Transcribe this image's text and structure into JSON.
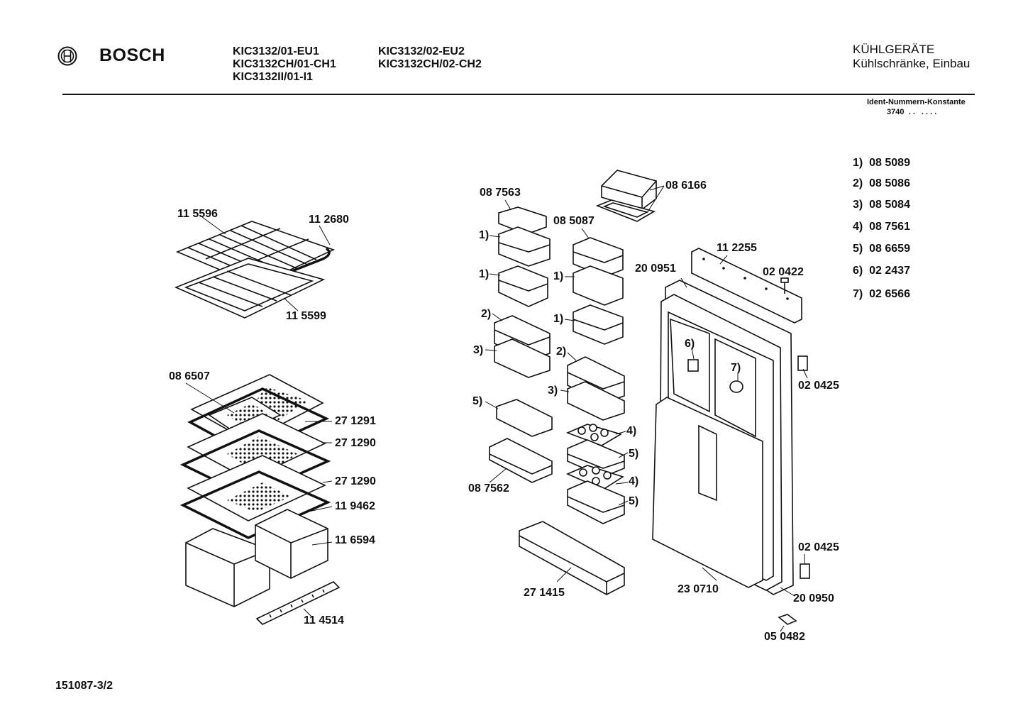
{
  "header": {
    "brand": "BOSCH",
    "models_col1": [
      "KIC3132/01-EU1",
      "KIC3132CH/01-CH1",
      "KIC3132II/01-I1"
    ],
    "models_col2": [
      "KIC3132/02-EU2",
      "KIC3132CH/02-CH2"
    ],
    "category": "KÜHLGERÄTE",
    "subcategory": "Kühlschränke, Einbau",
    "ident_label": "Ident-Nummern-Konstante",
    "ident_value": "3740  . .   . . . ."
  },
  "legend": [
    {
      "key": "1)",
      "part": "08 5089"
    },
    {
      "key": "2)",
      "part": "08 5086"
    },
    {
      "key": "3)",
      "part": "08 5084"
    },
    {
      "key": "4)",
      "part": "08 7561"
    },
    {
      "key": "5)",
      "part": "08 6659"
    },
    {
      "key": "6)",
      "part": "02 2437"
    },
    {
      "key": "7)",
      "part": "02 6566"
    }
  ],
  "parts": {
    "p115596": "11 5596",
    "p112680": "11 2680",
    "p115599": "11 5599",
    "p086507": "08 6507",
    "p271291": "27 1291",
    "p271290a": "27 1290",
    "p271290b": "27 1290",
    "p119462": "11 9462",
    "p116594": "11 6594",
    "p114514": "11 4514",
    "p087563": "08 7563",
    "p086166": "08 6166",
    "p085087": "08 5087",
    "p087562": "08 7562",
    "p271415": "27 1415",
    "p112255": "11 2255",
    "p200951": "20 0951",
    "p020422": "02 0422",
    "p020425a": "02 0425",
    "p020425b": "02 0425",
    "p230710": "23 0710",
    "p200950": "20 0950",
    "p050482": "05 0482"
  },
  "callouts": {
    "c1a": "1)",
    "c1b": "1)",
    "c1c": "1)",
    "c1d": "1)",
    "c2a": "2)",
    "c2b": "2)",
    "c3a": "3)",
    "c3b": "3)",
    "c5a": "5)",
    "c5b": "5)",
    "c5c": "5)",
    "c4a": "4)",
    "c4b": "4)",
    "c6": "6)",
    "c7": "7)"
  },
  "footer": {
    "doc_number": "151087-3/2"
  }
}
